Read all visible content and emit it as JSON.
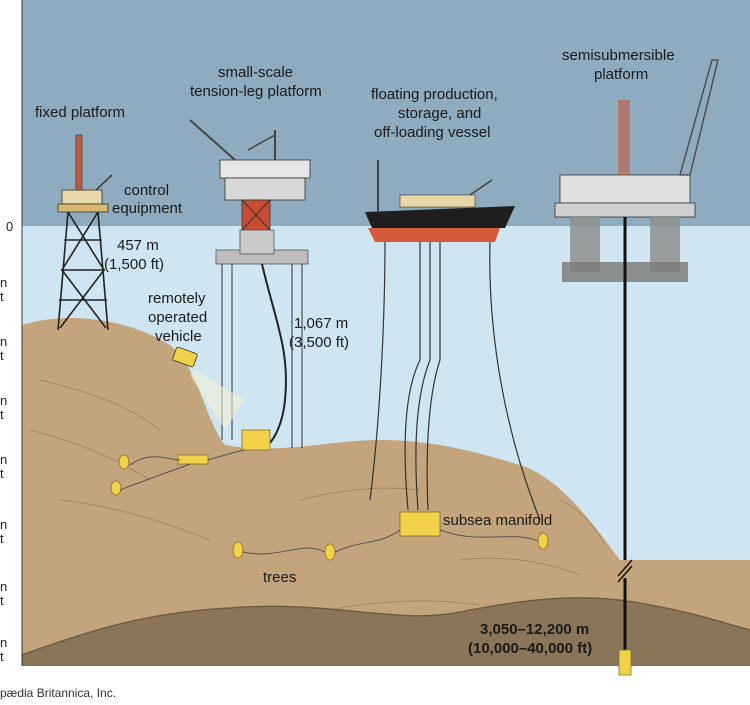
{
  "labels": {
    "fixed_platform": "fixed platform",
    "tlp_line1": "small-scale",
    "tlp_line2": "tension-leg platform",
    "fpso_line1": "floating production,",
    "fpso_line2": "storage, and",
    "fpso_line3": "off-loading vessel",
    "semi_line1": "semisubmersible",
    "semi_line2": "platform",
    "control_line1": "control",
    "control_line2": "equipment",
    "depth_457_line1": "457 m",
    "depth_457_line2": "(1,500 ft)",
    "rov_line1": "remotely",
    "rov_line2": "operated",
    "rov_line3": "vehicle",
    "depth_1067_line1": "1,067 m",
    "depth_1067_line2": "(3,500 ft)",
    "subsea_manifold": "subsea manifold",
    "trees": "trees",
    "depth_deep_line1": "3,050–12,200 m",
    "depth_deep_line2": "(10,000–40,000 ft)"
  },
  "axis_ticks": [
    "0",
    "n",
    "t",
    "n",
    "t",
    "n",
    "t",
    "n",
    "t",
    "n",
    "t",
    "n",
    "t",
    "n",
    "t"
  ],
  "credit": "pædia Britannica, Inc.",
  "colors": {
    "sky": "#8eabc0",
    "water": "#cfe6f2",
    "seabed": "#c4a47c",
    "deep_layer": "#8a7558",
    "equipment": "#f2d24a",
    "hull_red": "#d45a3a"
  }
}
